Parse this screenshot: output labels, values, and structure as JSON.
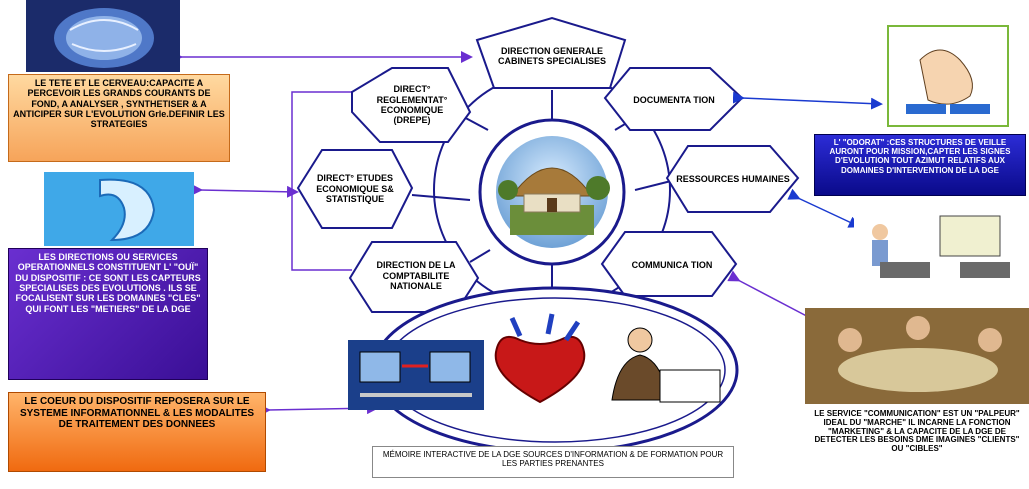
{
  "hexagons": {
    "direction_generale": "DIRECTION GENERALE CABINETS SPECIALISES",
    "direct_reglementat": "DIRECT° REGLEMENTAT° ECONOMIQUE (DREPE)",
    "documentation": "DOCUMENTA TION",
    "direct_etudes": "DIRECT° ETUDES ECONOMIQUE S& STATISTIQUE",
    "ressources_humaines": "RESSOURCES HUMAINES",
    "direction_comptabilite": "DIRECTION DE LA COMPTABILITE NATIONALE",
    "communication": "COMMUNICA TION"
  },
  "boxes": {
    "tete_cerveau": "LE TETE ET LE CERVEAU:CAPACITE A PERCEVOIR LES GRANDS COURANTS DE FOND, A ANALYSER , SYNTHETISER & A ANTICIPER SUR L'EVOLUTION Grle.DEFINIR LES STRATEGIES",
    "directions_services": "LES DIRECTIONS OU SERVICES OPERATIONNELS CONSTITUENT L' \"OUÏ\" DU DISPOSITIF : CE SONT LES CAPTEURS SPECIALISES DES EVOLUTIONS . ILS SE FOCALISENT SUR LES DOMAINES \"CLES\" QUI FONT LES \"METIERS\" DE LA DGE",
    "coeur_dispositif": "LE COEUR DU DISPOSITIF REPOSERA SUR LE SYSTEME INFORMATIONNEL & LES MODALITES DE TRAITEMENT DES DONNEES",
    "odorat": "L' \"ODORAT\" :CES STRUCTURES DE VEILLE AURONT POUR MISSION,CAPTER LES SIGNES D'EVOLUTION TOUT AZIMUT RELATIFS AUX DOMAINES D'INTERVENTION DE LA DGE",
    "service_communication": "LE SERVICE \"COMMUNICATION\" EST UN \"PALPEUR\" IDEAL DU \"MARCHE\" IL INCARNE LA FONCTION \"MARKETING\" & LA CAPACITE DE LA DGE DE DETECTER LES BESOINS DME IMAGINES \"CLIENTS\" OU \"CIBLES\"",
    "memoire": "MÉMOIRE INTERACTIVE DE LA DGE SOURCES D'INFORMATION & DE FORMATION POUR LES PARTIES PRENANTES"
  },
  "colors": {
    "hex_stroke": "#1a1a8c",
    "arrow": "#6a2fd0",
    "arrow_blue": "#1a3ad0"
  },
  "icons": [
    "brain-image",
    "ear-image",
    "nose-image",
    "office-people-image",
    "meeting-image",
    "computer-network-image",
    "heart-image",
    "businessman-image",
    "hut-image"
  ]
}
